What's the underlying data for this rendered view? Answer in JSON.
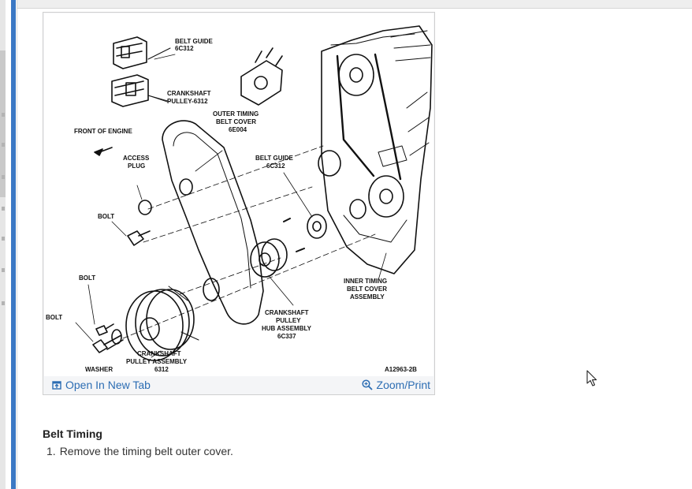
{
  "figure": {
    "diagram_labels": {
      "belt_guide_top": [
        "BELT GUIDE",
        "6C312"
      ],
      "crankshaft_pulley_top": [
        "CRANKSHAFT",
        "PULLEY-6312"
      ],
      "outer_cover": [
        "OUTER TIMING",
        "BELT COVER",
        "6E004"
      ],
      "front_of_engine": "FRONT OF ENGINE",
      "access_plug": [
        "ACCESS",
        "PLUG"
      ],
      "belt_guide_mid": [
        "BELT GUIDE",
        "6C312"
      ],
      "bolt_a": "BOLT",
      "bolt_b": "BOLT",
      "bolt_c": "BOLT",
      "inner_cover": [
        "INNER TIMING",
        "BELT COVER",
        "ASSEMBLY"
      ],
      "hub": [
        "CRANKSHAFT",
        "PULLEY",
        "HUB ASSEMBLY",
        "6C337"
      ],
      "pulley_assembly": [
        "CRANKSHAFT",
        "PULLEY ASSEMBLY",
        "6312"
      ],
      "washer": "WASHER",
      "figure_code": "A12963-2B"
    },
    "open_tab_label": "Open In New Tab",
    "zoom_label": "Zoom/Print",
    "icons": {
      "open_tab": "open-new-tab-icon",
      "zoom": "magnifier-icon"
    }
  },
  "section": {
    "title": "Belt Timing",
    "steps": [
      {
        "num": "1.",
        "text": "Remove the timing belt outer cover."
      }
    ]
  },
  "colors": {
    "link": "#2c6db3",
    "accent_bar": "#3b78c4"
  }
}
